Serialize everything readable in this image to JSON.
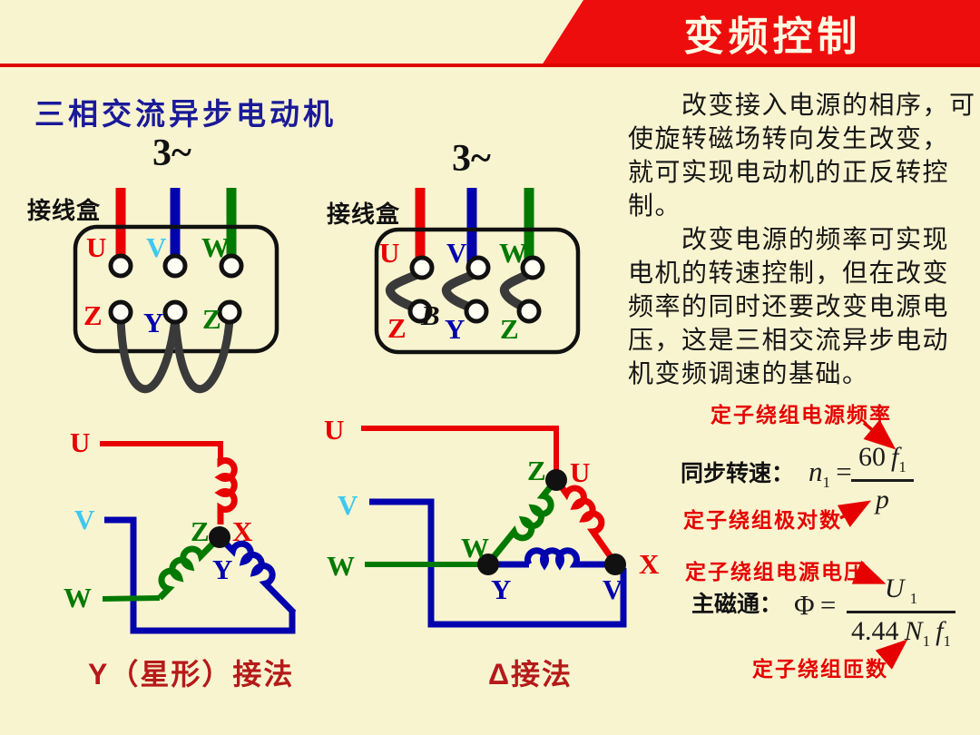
{
  "header": {
    "title": "变频控制"
  },
  "section_title": "三相交流异步电动机",
  "colors": {
    "background": "#F9F4D0",
    "banner_red": "#EE0D0D",
    "heading_blue": "#1A1A99",
    "caption_red": "#B51A1A",
    "annotation_red": "#E60000",
    "wire_red": "#E80202",
    "wire_blue": "#0202AE",
    "wire_green": "#027A02",
    "label_cyan": "#3FC8F0",
    "jumper_gray": "#3A3A3A"
  },
  "junction_left": {
    "source": "3~",
    "box_label": "接线盒",
    "terminals_top": [
      "U",
      "V",
      "W"
    ],
    "terminals_bottom": [
      "Z",
      "Y",
      "Z"
    ]
  },
  "junction_right": {
    "source": "3~",
    "box_label": "接线盒",
    "terminals_top": [
      "U",
      "V",
      "W"
    ],
    "terminals_bottom": [
      "Z",
      "Y",
      "Z"
    ],
    "stray_label": "B"
  },
  "star": {
    "line_labels": [
      "U",
      "V",
      "W"
    ],
    "node_labels": {
      "left": "Z",
      "right": "X",
      "below": "Y"
    },
    "caption": "Y（星形）接法"
  },
  "delta": {
    "line_labels": [
      "U",
      "V",
      "W"
    ],
    "node_labels": {
      "top_left": "Z",
      "top_right": "U",
      "mid_left": "W",
      "bottom_left": "Y",
      "bottom_right": "V",
      "right": "X"
    },
    "caption": "Δ接法"
  },
  "paragraphs": {
    "lines": [
      "　　改变接入电源的相序，可",
      "使旋转磁场转向发生改变，",
      "就可实现电动机的正反转控",
      "制。",
      "　　改变电源的频率可实现",
      "电机的转速控制，但在改变",
      "频率的同时还要改变电源电",
      "压，这是三相交流异步电动",
      "机变频调速的基础。"
    ]
  },
  "formula_speed": {
    "annotation_top": "定子绕组电源频率",
    "label": "同步转速：",
    "lhs": "n",
    "lhs_sub": "1",
    "equals": "=",
    "num_coeff": "60",
    "num_var": "f",
    "num_sub": "1",
    "den": "p",
    "annotation_bottom": "定子绕组极对数"
  },
  "formula_flux": {
    "annotation_top": "定子绕组电源电压",
    "label": "主磁通：",
    "lhs": "Φ",
    "equals": "=",
    "num_var": "U",
    "num_sub": "1",
    "den_coeff": "4.44",
    "den_var1": "N",
    "den_sub1": "1",
    "den_var2": "f",
    "den_sub2": "1",
    "annotation_bottom": "定子绕组匝数"
  }
}
